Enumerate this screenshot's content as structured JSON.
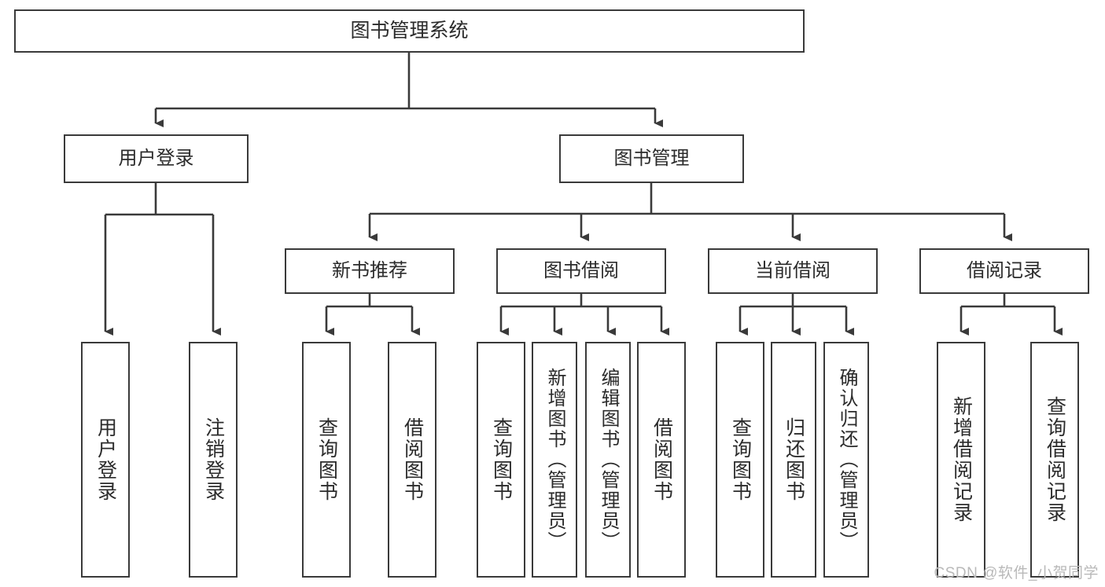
{
  "diagram": {
    "type": "org-chart",
    "title": "图书管理系统",
    "root": {
      "label": "图书管理系统"
    },
    "level2": [
      {
        "label": "用户登录"
      },
      {
        "label": "图书管理"
      }
    ],
    "level3": [
      {
        "label": "新书推荐"
      },
      {
        "label": "图书借阅"
      },
      {
        "label": "当前借阅"
      },
      {
        "label": "借阅记录"
      }
    ],
    "leaves": {
      "user_login": [
        {
          "label": "用户登录"
        },
        {
          "label": "注销登录"
        }
      ],
      "new_book_recommend": [
        {
          "label": "查询图书"
        },
        {
          "label": "借阅图书"
        }
      ],
      "book_borrow": [
        {
          "label": "查询图书"
        },
        {
          "label": "新增图书（管理员）"
        },
        {
          "label": "编辑图书（管理员）"
        },
        {
          "label": "借阅图书"
        }
      ],
      "current_borrow": [
        {
          "label": "查询图书"
        },
        {
          "label": "归还图书"
        },
        {
          "label": "确认归还（管理员）"
        }
      ],
      "borrow_record": [
        {
          "label": "新增借阅记录"
        },
        {
          "label": "查询借阅记录"
        }
      ]
    }
  },
  "watermark": {
    "text": "CSDN @软件_小贺同学"
  },
  "colors": {
    "stroke": "#3a3a3a",
    "box_fill": "#ffffff",
    "text": "#2b2b2b",
    "watermark": "#b9b9b9"
  }
}
